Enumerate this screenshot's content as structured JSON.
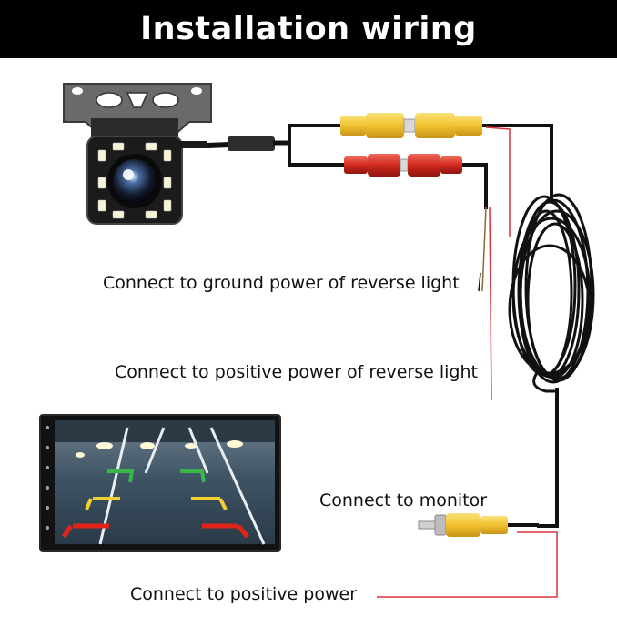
{
  "title": "Installation wiring",
  "labels": {
    "ground": "Connect to ground power of reverse light",
    "positive_reverse": "Connect to positive power of reverse light",
    "monitor": "Connect to monitor",
    "positive_power": "Connect to  positive power"
  },
  "colors": {
    "title_bg": "#000000",
    "title_text": "#ffffff",
    "cable": "#111111",
    "rca_yellow": "#f2c12e",
    "rca_red": "#d0281e",
    "power_wire": "#d9323a"
  },
  "icons": [
    "backup-camera-icon",
    "car-monitor-icon",
    "coiled-cable-icon",
    "rca-yellow-connector-icon",
    "rca-red-connector-icon"
  ]
}
